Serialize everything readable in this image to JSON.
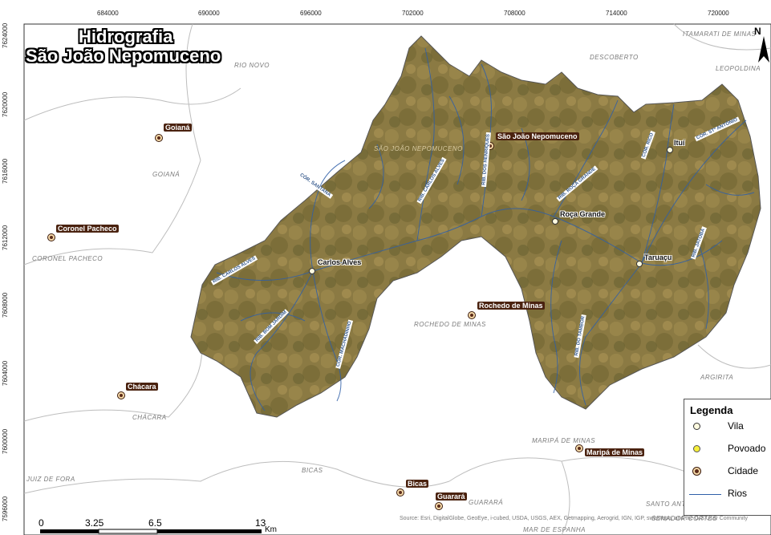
{
  "title": {
    "line1": "Hidrografia",
    "line2": "São João Nepomuceno"
  },
  "x_ticks": [
    "684000",
    "690000",
    "696000",
    "702000",
    "708000",
    "714000",
    "720000"
  ],
  "y_ticks": [
    "7624000",
    "7620000",
    "7616000",
    "7612000",
    "7608000",
    "7604000",
    "7600000",
    "7596000"
  ],
  "regions": {
    "rio_novo": "RIO NOVO",
    "descoberto": "DESCOBERTO",
    "itamarati": "ITAMARATI DE MINAS",
    "leopoldina": "LEOPOLDINA",
    "goiana": "GOIANÁ",
    "sjn": "SÃO JOÃO NEPOMUCENO",
    "coronel": "CORONEL PACHECO",
    "rochedo": "ROCHEDO DE MINAS",
    "argirita": "ARGIRITA",
    "chacara": "CHÁCARA",
    "maripa": "MARIPÁ DE MINAS",
    "juiz": "JUIZ DE FORA",
    "bicas": "BICAS",
    "guarara": "GUARARÁ",
    "santo": "SANTO ANT",
    "senador": "SENADOR CORTES",
    "mar_espanha": "MAR DE ESPANHA"
  },
  "places": {
    "goiana": "Goianá",
    "coronel": "Coronel Pacheco",
    "chacara": "Chácara",
    "sjn": "São João Nepomuceno",
    "rochedo": "Rochedo de Minas",
    "maripa": "Maripá de Minas",
    "bicas": "Bicas",
    "guarara": "Guarará",
    "carlos": "Carlos Alves",
    "roca": "Roça Grande",
    "taruacu": "Taruaçu",
    "itui": "Ituí"
  },
  "rivers": {
    "santana": "CÓR. SANTANA",
    "carlos_alves_rib": "RIB. CARLOS ALVES",
    "rib_carlos_alves2": "RIB. CARLOS ALVES",
    "henriques": "RIB. DOS HENRIQUES",
    "roca": "RIB. ROÇA GRANDE",
    "rico": "CÓR. RICO",
    "st_antonio": "CÓR. STº ANTÔNIO",
    "jatoba": "RIB. JATOBÁ",
    "bom_jardim": "RIB. BOM JARDIM",
    "machadinho": "CÓR. MACHADINHO",
    "tambor": "RIB. DO TAMBOR"
  },
  "legend": {
    "title": "Legenda",
    "vila": "Vila",
    "povoado": "Povoado",
    "cidade": "Cidade",
    "rios": "Rios"
  },
  "north": "N",
  "scale": {
    "labels": [
      "0",
      "3.25",
      "6.5",
      "13"
    ],
    "unit": "Km"
  },
  "credit": "Source: Esri, DigitalGlobe, GeoEye, i-cubed, USDA, USGS, AEX, Getmapping, Aerogrid, IGN, IGP, swisstopo, and the GIS User Community",
  "colors": {
    "terrain": "#8a7a3f",
    "river": "#2f5fa8",
    "city_fill": "#4a220f",
    "boundary": "#b0b0b0"
  }
}
